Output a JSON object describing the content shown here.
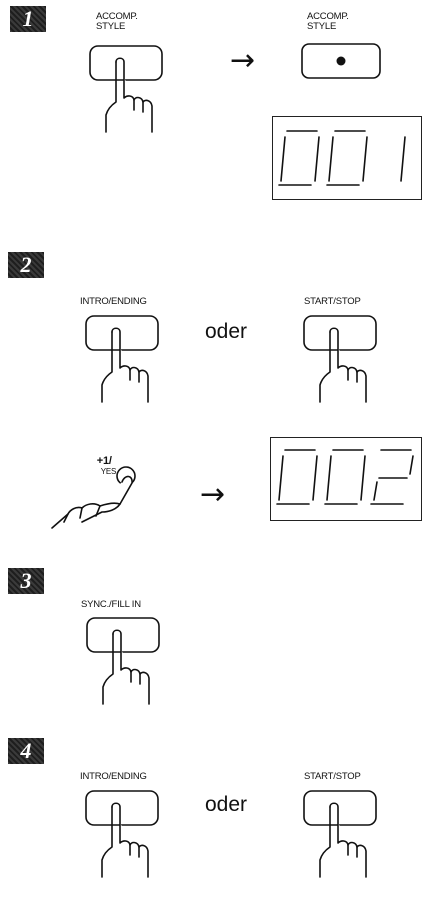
{
  "steps": {
    "s1": "1",
    "s2": "2",
    "s3": "3",
    "s4": "4"
  },
  "labels": {
    "accomp_style_left": "ACCOMP.\nSTYLE",
    "accomp_style_right": "ACCOMP.\nSTYLE",
    "intro_ending_2": "INTRO/ENDING",
    "start_stop_2": "START/STOP",
    "plus1_yes_main": "+1/",
    "plus1_yes_small": "YES",
    "sync_fill_in": "SYNC./FILL IN",
    "intro_ending_4": "INTRO/ENDING",
    "start_stop_4": "START/STOP"
  },
  "connectors": {
    "oder_2": "oder",
    "oder_4": "oder",
    "arrow_1": "→",
    "arrow_2": "→"
  },
  "displays": {
    "display_1": "001",
    "display_2": "002"
  }
}
